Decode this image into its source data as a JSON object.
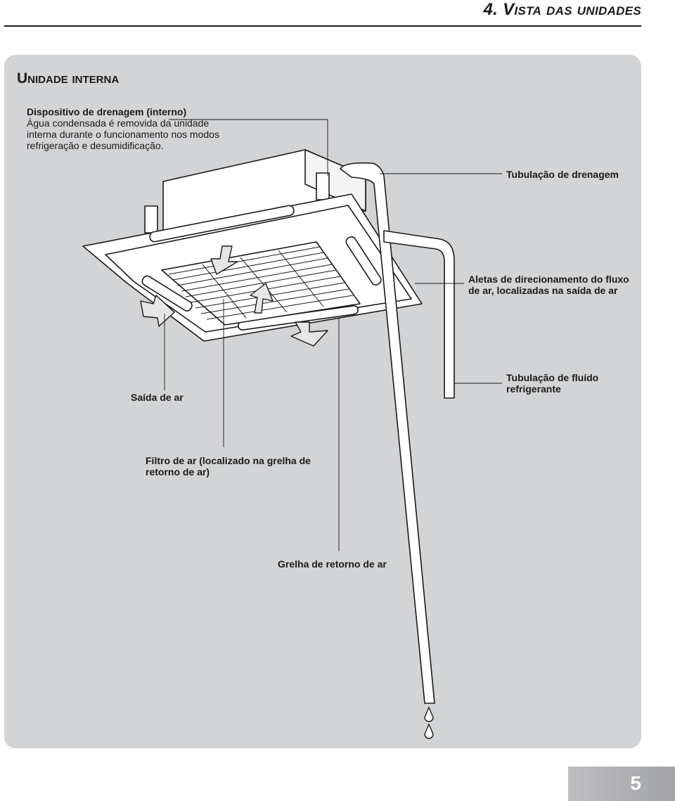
{
  "header": {
    "section_title": "4. Vista das unidades"
  },
  "panel": {
    "title": "Unidade interna"
  },
  "callouts": {
    "drain_device_title": "Dispositivo de drenagem (interno)",
    "drain_device_line1": "Água condensada é removida da unidade",
    "drain_device_line2": "interna durante o funcionamento nos modos",
    "drain_device_line3": "refrigeração e desumidificação.",
    "drain_pipe": "Tubulação de drenagem",
    "louvers_line1": "Aletas de direcionamento do fluxo",
    "louvers_line2": "de ar, localizadas na saída de ar",
    "air_outlet": "Saída de ar",
    "refrigerant_pipe_line1": "Tubulação de fluído",
    "refrigerant_pipe_line2": "refrigerante",
    "air_filter_line1": "Filtro de ar (localizado na grelha de",
    "air_filter_line2": "retorno de ar)",
    "return_grille": "Grelha de retorno de ar"
  },
  "footer": {
    "page_number": "5"
  },
  "colors": {
    "panel_bg": "#d3d4d6",
    "text": "#1a1a1a",
    "page_tab": "#b0b1b4"
  }
}
